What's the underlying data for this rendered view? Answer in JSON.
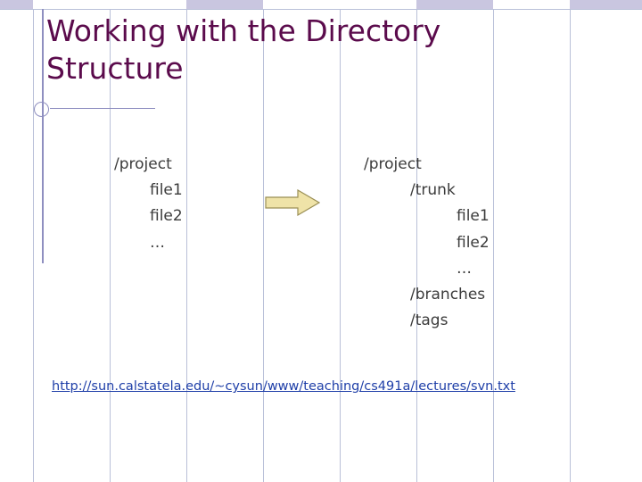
{
  "slide": {
    "title": "Working with the Directory Structure",
    "left_tree": [
      {
        "text": "/project",
        "level": 0
      },
      {
        "text": "file1",
        "level": 1
      },
      {
        "text": "file2",
        "level": 1
      },
      {
        "text": "…",
        "level": 1
      }
    ],
    "right_tree": [
      {
        "text": "/project",
        "level": 0
      },
      {
        "text": "/trunk",
        "level": 1
      },
      {
        "text": "file1",
        "level": 2
      },
      {
        "text": "file2",
        "level": 2
      },
      {
        "text": "…",
        "level": 2
      },
      {
        "text": "/branches",
        "level": 1
      },
      {
        "text": "/tags",
        "level": 1
      }
    ],
    "arrow_icon": "right-arrow-icon",
    "footer_link": "http://sun.calstatela.edu/~cysun/www/teaching/cs491a/lectures/svn.txt",
    "colors": {
      "title": "#5b0b4c",
      "body_text": "#3b3b3b",
      "link": "#1f3fa8",
      "grid_line": "#b9c0d8",
      "accent_line": "#8f8fc0",
      "arrow_fill": "#efe3a8",
      "arrow_stroke": "#9a8f55",
      "band": "#c9c6e0"
    }
  }
}
